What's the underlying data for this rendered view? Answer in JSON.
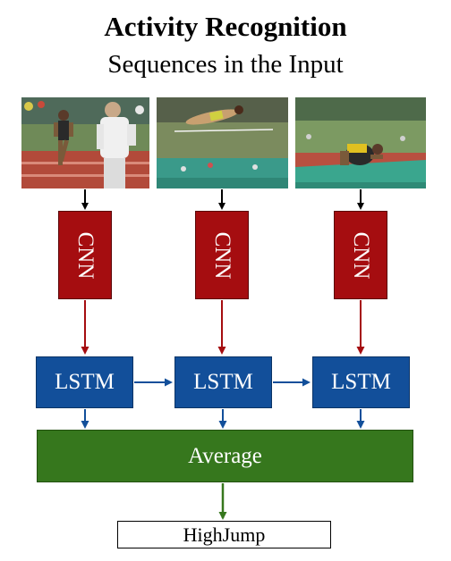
{
  "title": "Activity Recognition",
  "subtitle": "Sequences in the Input",
  "cnn_label": "CNN",
  "lstm_label": "LSTM",
  "average_label": "Average",
  "output_label": "HighJump",
  "colors": {
    "cnn": "#a50d10",
    "lstm": "#124f9a",
    "average": "#36771d",
    "arrow_input": "#000000",
    "arrow_cnn": "#a50d10",
    "arrow_lstm": "#124f9a",
    "arrow_average": "#36771d"
  },
  "frames": [
    {
      "content": "runner-approaching-with-official"
    },
    {
      "content": "athlete-clearing-high-jump-bar"
    },
    {
      "content": "athlete-landing-on-mat"
    }
  ]
}
